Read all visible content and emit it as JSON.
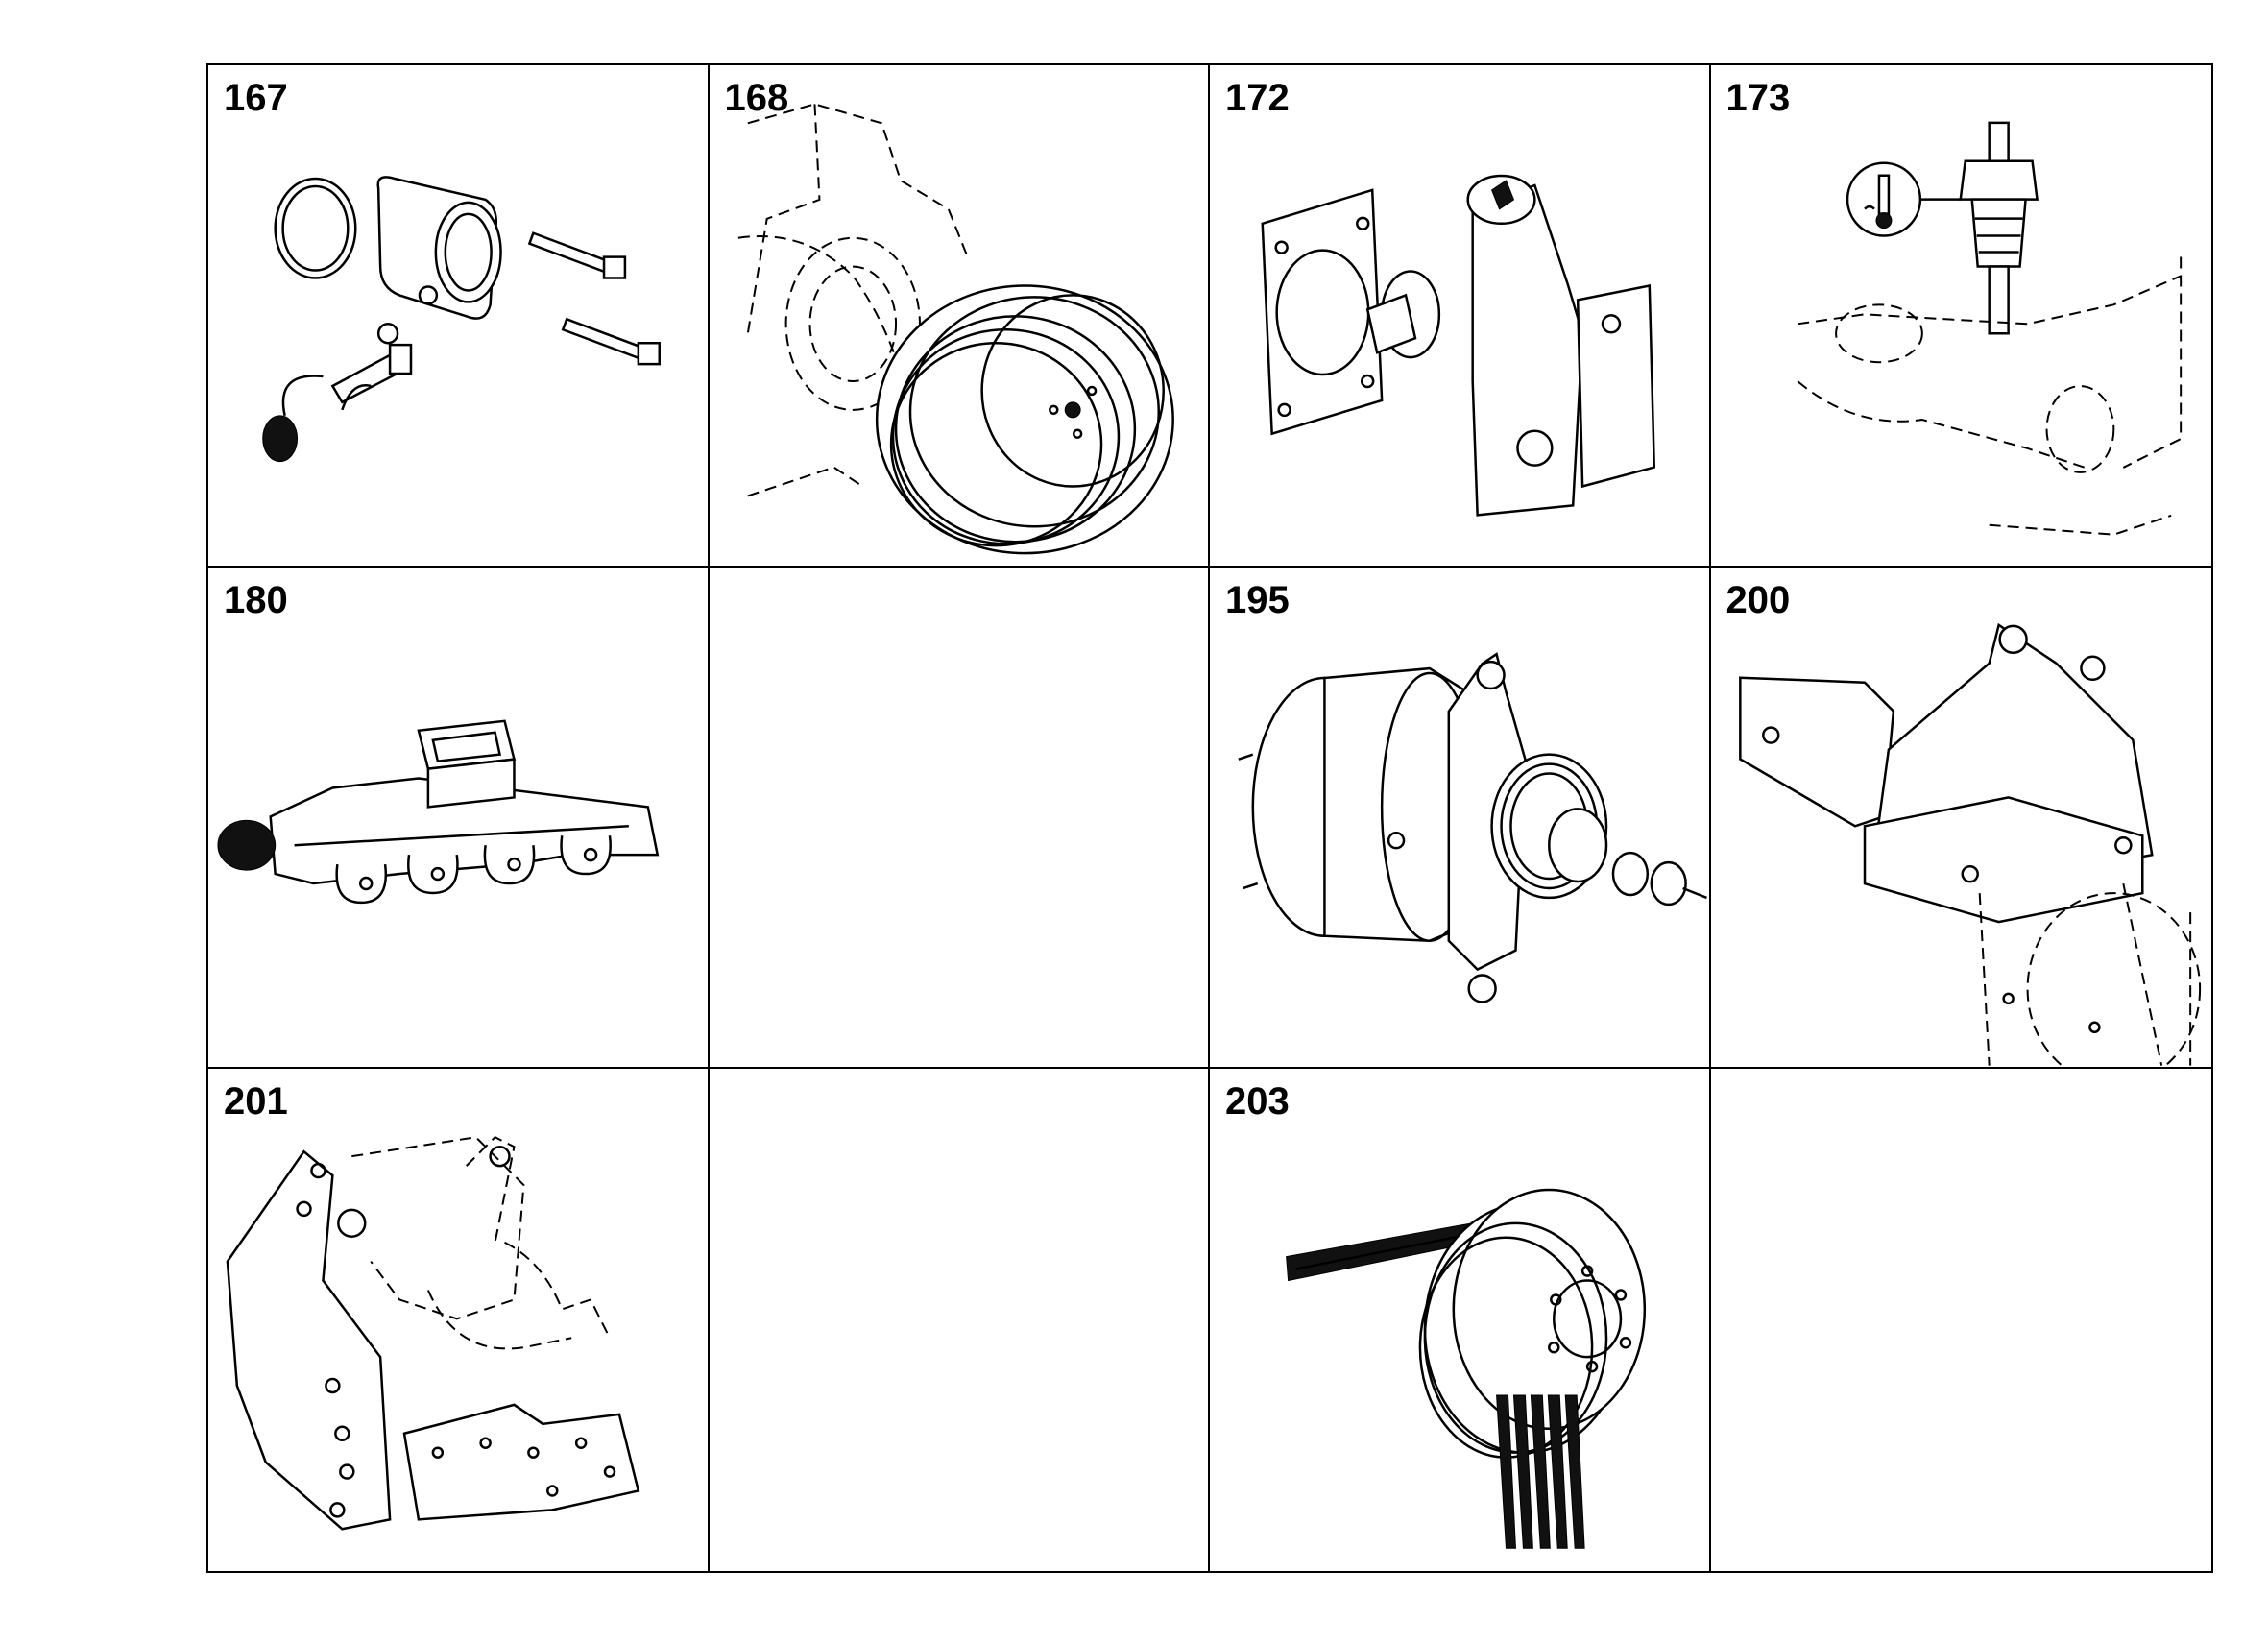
{
  "sheet": {
    "cells": [
      {
        "ref": "167",
        "icon": "thermostat-housing-icon"
      },
      {
        "ref": "168",
        "icon": "water-pump-pulley-icon"
      },
      {
        "ref": "172",
        "icon": "thermostat-icon"
      },
      {
        "ref": "173",
        "icon": "temperature-sensor-icon"
      },
      {
        "ref": "180",
        "icon": "exhaust-manifold-icon"
      },
      {
        "ref": "",
        "icon": ""
      },
      {
        "ref": "195",
        "icon": "alternator-icon"
      },
      {
        "ref": "200",
        "icon": "alternator-bracket-icon"
      },
      {
        "ref": "201",
        "icon": "mounting-bracket-icon"
      },
      {
        "ref": "",
        "icon": ""
      },
      {
        "ref": "203",
        "icon": "poly-v-belt-icon"
      },
      {
        "ref": "",
        "icon": ""
      }
    ]
  }
}
